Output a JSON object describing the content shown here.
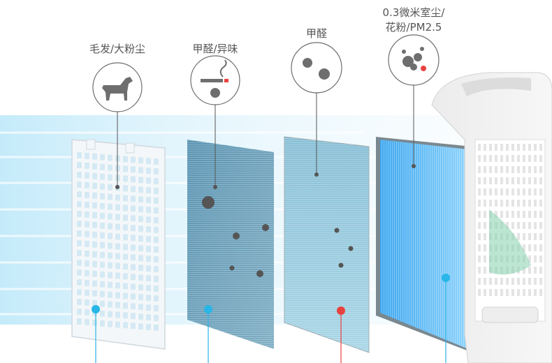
{
  "filters": [
    {
      "id": "pre-filter",
      "label": "毛发/大粉尘",
      "icon": "dog-icon",
      "marker_color": "#29b6e8"
    },
    {
      "id": "deodorizing-filter",
      "label": "甲醛/异味",
      "icon": "smoke-and-germ-icon",
      "marker_color": "#29b6e8"
    },
    {
      "id": "formaldehyde-filter",
      "label": "甲醛",
      "icon": "germ-cluster-icon",
      "marker_color": "#e8423f"
    },
    {
      "id": "hepa-filter",
      "label_line1": "0.3微米室尘/",
      "label_line2": "花粉/PM2.5",
      "icon": "dust-particles-icon",
      "marker_color": "#29b6e8"
    }
  ],
  "colors": {
    "icon_gray": "#6e6e6e",
    "line_gray": "#555555",
    "airflow_blue": "#7fd0f2",
    "cyan_marker": "#29b6e8",
    "red_marker": "#e8423f"
  }
}
